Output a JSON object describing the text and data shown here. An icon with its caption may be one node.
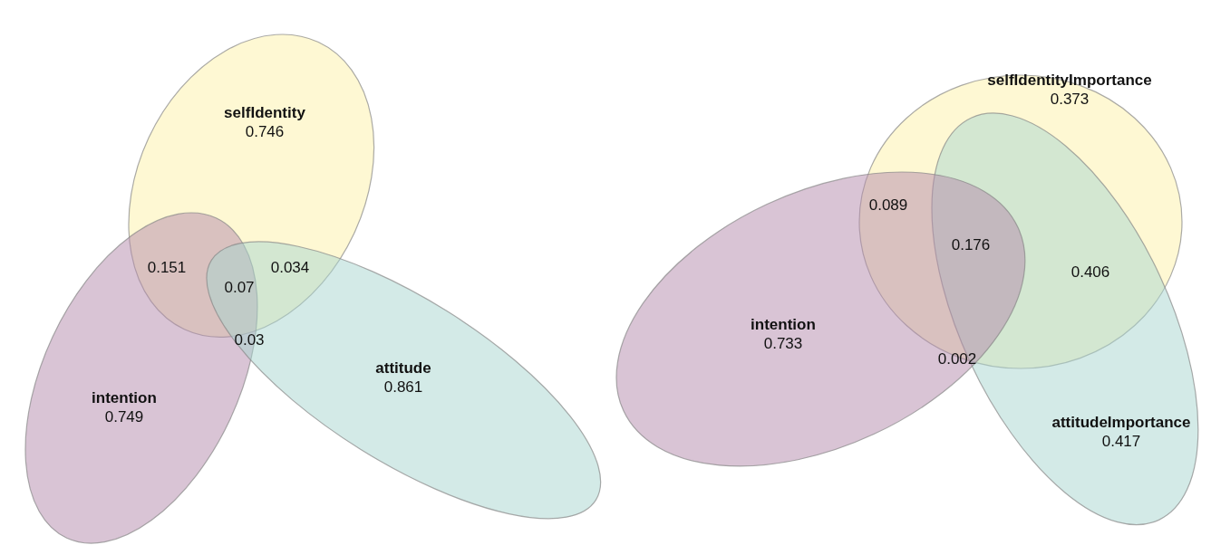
{
  "diagram": {
    "nodes": [
      {
        "text": [
          "selfIdentity",
          "0.746"
        ]
      },
      {
        "text": [
          "intention",
          "0.749"
        ]
      },
      {
        "text": [
          "attitude",
          "0.861"
        ]
      },
      {
        "text": [
          "selfIdentityImportance",
          "0.373"
        ]
      },
      {
        "text": [
          "attitudeImportance",
          "0.417"
        ]
      },
      {
        "text": [
          "intention",
          "0.733"
        ]
      }
    ],
    "labels": [
      "0.151",
      "0.034",
      "0.07",
      "0.03",
      "0.089",
      "0.176",
      "0.406",
      "0.002"
    ]
  }
}
